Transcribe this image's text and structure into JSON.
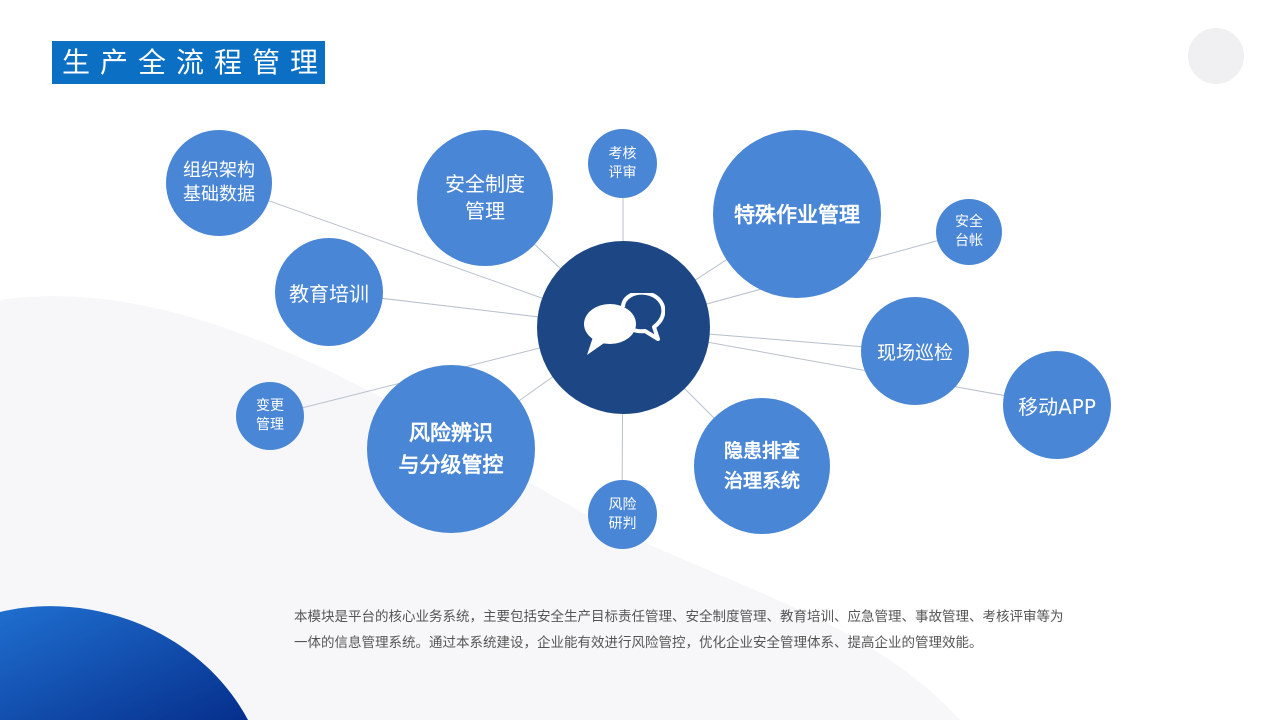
{
  "title": "生产全流程管理",
  "colors": {
    "accent": "#0b6fc4",
    "node": "#4a86d6",
    "hub": "#1c4784",
    "line": "#b8c0cc"
  },
  "hub": {
    "icon": "chat-bubbles-icon"
  },
  "nodes": {
    "org": {
      "line1": "组织架构",
      "line2": "基础数据"
    },
    "safety_system": {
      "line1": "安全制度",
      "line2": "管理"
    },
    "assessment": {
      "line1": "考核",
      "line2": "评审"
    },
    "special_work": {
      "line1": "特殊作业管理",
      "line2": ""
    },
    "safety_ledger": {
      "line1": "安全",
      "line2": "台帐"
    },
    "education": {
      "line1": "教育培训",
      "line2": ""
    },
    "inspection": {
      "line1": "现场巡检",
      "line2": ""
    },
    "mobile_app": {
      "line1": "移动APP",
      "line2": ""
    },
    "change": {
      "line1": "变更",
      "line2": "管理"
    },
    "risk_control": {
      "line1": "风险辨识",
      "line2": "与分级管控"
    },
    "hidden_danger": {
      "line1": "隐患排查",
      "line2": "治理系统"
    },
    "risk_judgment": {
      "line1": "风险",
      "line2": "研判"
    }
  },
  "description": "本模块是平台的核心业务系统，主要包括安全生产目标责任管理、安全制度管理、教育培训、应急管理、事故管理、考核评审等为一体的信息管理系统。通过本系统建设，企业能有效进行风险管控，优化企业安全管理体系、提高企业的管理效能。"
}
